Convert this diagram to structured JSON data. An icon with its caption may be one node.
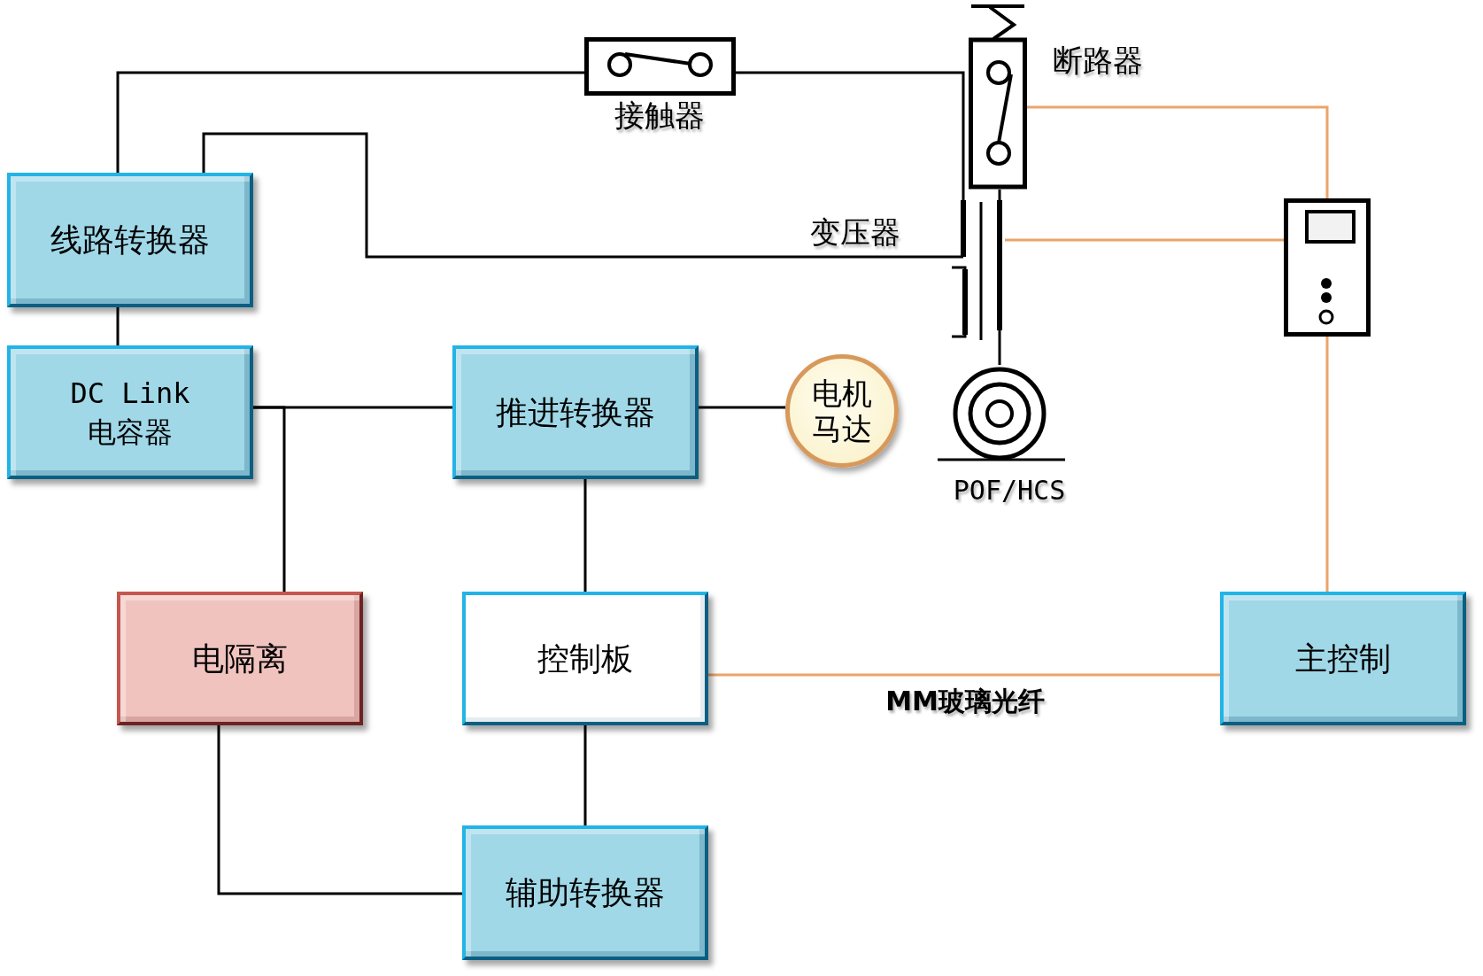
{
  "diagram": {
    "nodes": [
      {
        "text": [
          "接触器"
        ]
      },
      {
        "text": [
          "断路器"
        ]
      },
      {
        "text": [
          "线路转换器"
        ]
      },
      {
        "text": [
          "变压器"
        ]
      },
      {
        "text": [],
        "shape": "box"
      },
      {
        "text": [
          "DC Link 电容器"
        ]
      },
      {
        "text": [
          "推进转换器"
        ]
      },
      {
        "text": [
          "电机马达"
        ]
      },
      {
        "text": [
          "POF/HCS"
        ]
      },
      {
        "text": [
          "电隔离"
        ]
      },
      {
        "text": [
          "控制板"
        ]
      },
      {
        "text": [
          "主控制"
        ]
      },
      {
        "text": [
          "辅助转换器"
        ]
      }
    ],
    "edges": [
      {
        "from": 2,
        "to": 0,
        "arrow": "none"
      },
      {
        "from": 0,
        "to": 3,
        "arrow": "none"
      },
      {
        "from": 2,
        "to": 3,
        "arrow": "none"
      },
      {
        "from": 1,
        "to": 3,
        "arrow": "none"
      },
      {
        "from": 3,
        "to": 8,
        "arrow": "none"
      },
      {
        "from": 1,
        "to": 4,
        "arrow": "none",
        "color": "#eba46b"
      },
      {
        "from": 3,
        "to": 4,
        "arrow": "none",
        "color": "#eba46b"
      },
      {
        "from": 4,
        "to": 11,
        "arrow": "none",
        "color": "#eba46b"
      },
      {
        "from": 2,
        "to": 5,
        "arrow": "none"
      },
      {
        "from": 5,
        "to": 6,
        "arrow": "none"
      },
      {
        "from": 5,
        "to": 9,
        "arrow": "none"
      },
      {
        "from": 6,
        "to": 7,
        "arrow": "none"
      },
      {
        "from": 6,
        "to": 10,
        "arrow": "none"
      },
      {
        "from": 10,
        "to": 11,
        "arrow": "none",
        "label": "MM玻璃光纤",
        "color": "#eba46b"
      },
      {
        "from": 10,
        "to": 12,
        "arrow": "none"
      },
      {
        "from": 9,
        "to": 12,
        "arrow": "none"
      }
    ]
  }
}
